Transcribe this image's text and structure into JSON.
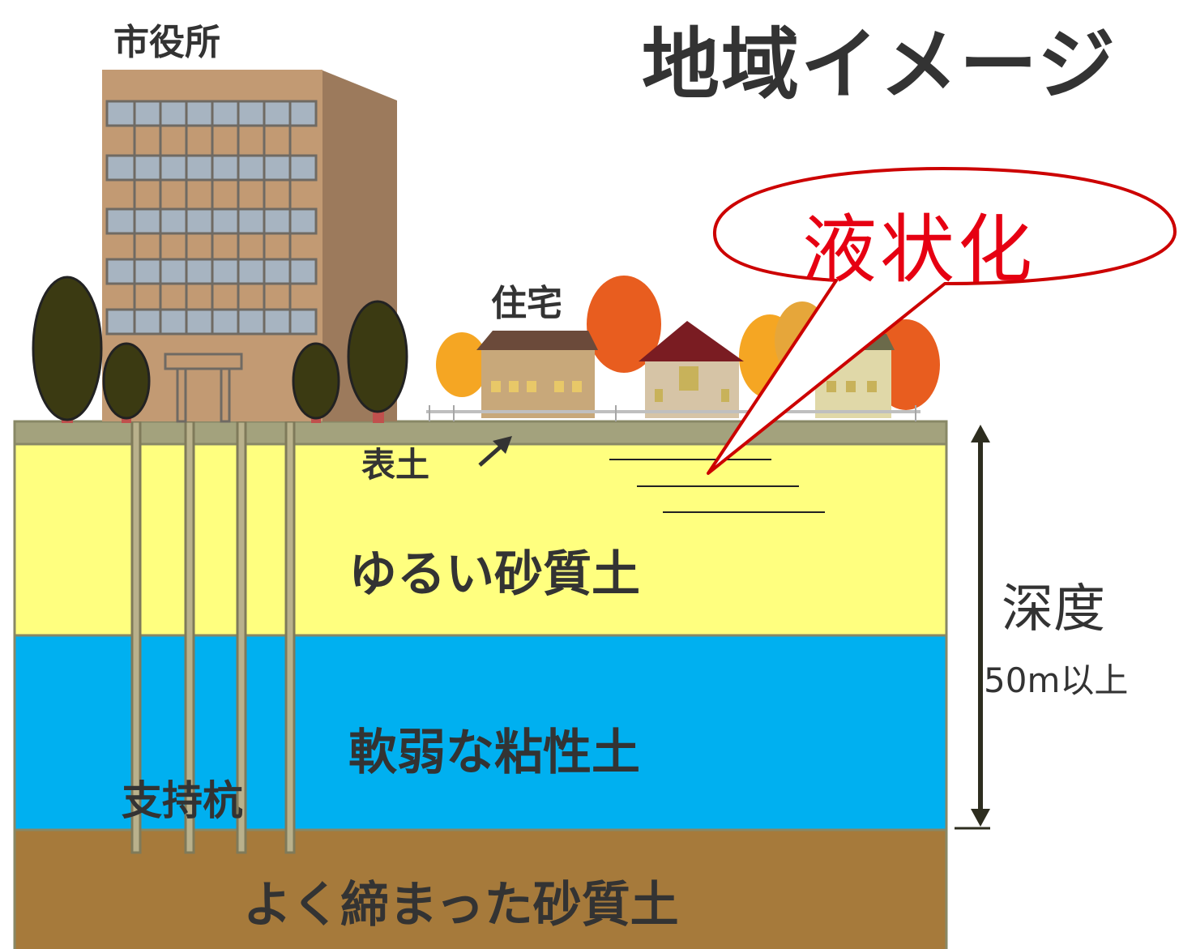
{
  "title": "地域イメージ",
  "labels": {
    "city_hall": "市役所",
    "housing": "住宅",
    "liquefaction": "液状化",
    "topsoil": "表土",
    "loose_sandy_soil": "ゆるい砂質土",
    "soft_clay_soil": "軟弱な粘性土",
    "support_piles": "支持杭",
    "dense_sandy_soil": "よく締まった砂質土",
    "depth": "深度",
    "depth_value": "50m以上"
  },
  "colors": {
    "topsoil": "#a3a27d",
    "loose_sand": "#ffff7f",
    "soft_clay": "#00b0f0",
    "dense_sand": "#a67a3b",
    "building": "#c29a73",
    "building_side": "#9c7a5c",
    "window": "#a7b4c1",
    "tree": "#3b3a12",
    "callout": "#cc0000",
    "liquefaction_text": "#e60012",
    "text": "#333333"
  },
  "icons": {
    "building": "office-building-icon",
    "trees": "tree-icon",
    "houses": "house-icon",
    "arrow": "arrow-up-right-icon",
    "depth_arrow": "double-arrow-vertical-icon"
  }
}
